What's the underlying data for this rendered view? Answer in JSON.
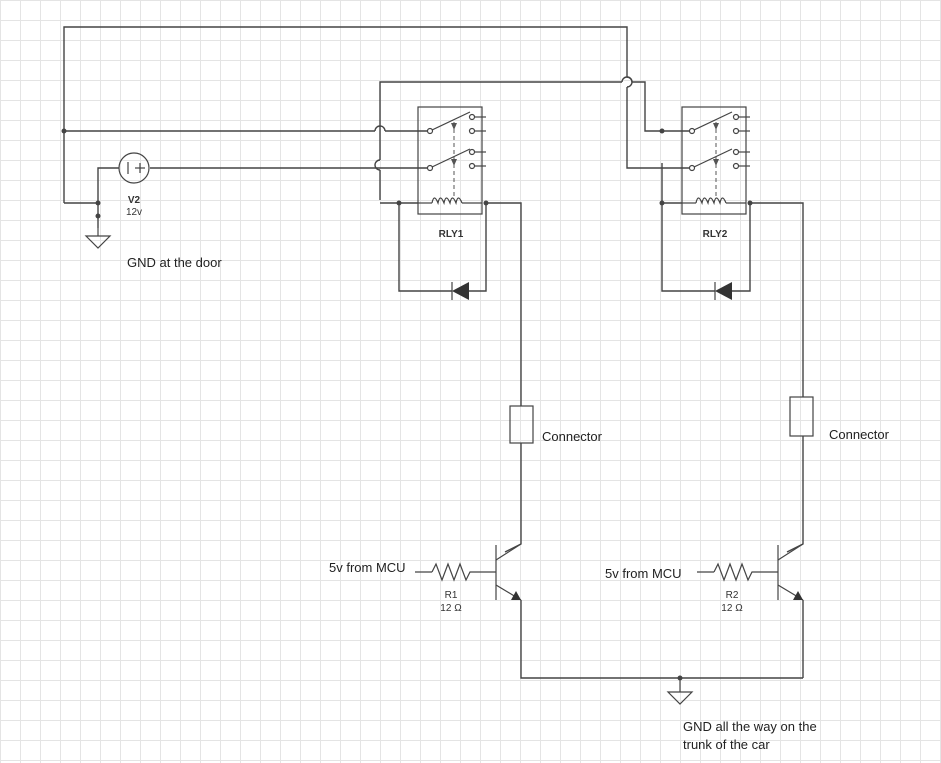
{
  "components": {
    "battery": {
      "ref": "V2",
      "value": "12v"
    },
    "relay1": {
      "ref": "RLY1"
    },
    "relay2": {
      "ref": "RLY2"
    },
    "resistor1": {
      "ref": "R1",
      "value": "12 Ω"
    },
    "resistor2": {
      "ref": "R2",
      "value": "12 Ω"
    }
  },
  "notes": {
    "gnd_door": "GND at the door",
    "connector1": "Connector",
    "connector2": "Connector",
    "mcu1": "5v from MCU",
    "mcu2": "5v from MCU",
    "gnd_trunk_line1": "GND all the way on the",
    "gnd_trunk_line2": "trunk of the car"
  },
  "colors": {
    "wire": "#444444",
    "grid": "#e4e4e4",
    "diode_fill": "#333333"
  }
}
